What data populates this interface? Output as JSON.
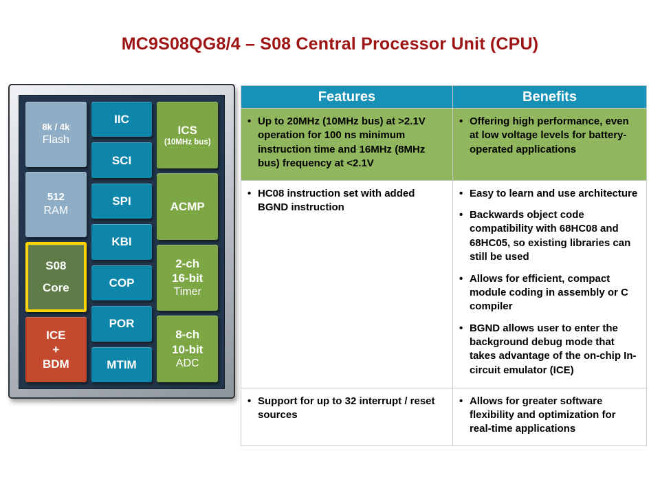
{
  "title": "MC9S08QG8/4 – S08 Central Processor Unit (CPU)",
  "colors": {
    "title_red": "#9E1313",
    "header_teal": "#1791B5",
    "block_teal": "#0E86AA",
    "block_blue": "#8FAEC6",
    "block_green": "#7CA744",
    "core_green": "#5E7B48",
    "core_outline": "#FFD400",
    "block_red": "#C2482E",
    "row_green": "#90B75E",
    "chip_bg": "#22354A"
  },
  "diagram": {
    "left_blocks": [
      {
        "name": "flash-block",
        "style": "blue",
        "lines": [
          {
            "t": "8k / 4k",
            "c": "sm"
          },
          {
            "t": "Flash",
            "c": "rg"
          }
        ]
      },
      {
        "name": "ram-block",
        "style": "blue",
        "lines": [
          {
            "t": "512",
            "c": "md"
          },
          {
            "t": "RAM",
            "c": "rg"
          }
        ]
      },
      {
        "name": "s08-core-block",
        "style": "core",
        "lines": [
          {
            "t": "S08",
            "c": "lg"
          },
          {
            "t": "Core",
            "c": "lg-sp"
          }
        ]
      },
      {
        "name": "ice-bdm-block",
        "style": "red",
        "lines": [
          {
            "t": "ICE",
            "c": "lg"
          },
          {
            "t": "+",
            "c": "lg"
          },
          {
            "t": "BDM",
            "c": "lg"
          }
        ]
      }
    ],
    "middle_blocks": [
      {
        "name": "iic-block",
        "style": "teal",
        "lines": [
          {
            "t": "IIC",
            "c": "lg"
          }
        ]
      },
      {
        "name": "sci-block",
        "style": "teal",
        "lines": [
          {
            "t": "SCI",
            "c": "lg"
          }
        ]
      },
      {
        "name": "spi-block",
        "style": "teal",
        "lines": [
          {
            "t": "SPI",
            "c": "lg"
          }
        ]
      },
      {
        "name": "kbi-block",
        "style": "teal",
        "lines": [
          {
            "t": "KBI",
            "c": "lg"
          }
        ]
      },
      {
        "name": "cop-block",
        "style": "teal",
        "lines": [
          {
            "t": "COP",
            "c": "lg"
          }
        ]
      },
      {
        "name": "por-block",
        "style": "teal",
        "lines": [
          {
            "t": "POR",
            "c": "lg"
          }
        ]
      },
      {
        "name": "mtim-block",
        "style": "teal",
        "lines": [
          {
            "t": "MTIM",
            "c": "lg"
          }
        ]
      }
    ],
    "right_blocks": [
      {
        "name": "ics-block",
        "style": "green",
        "lines": [
          {
            "t": "ICS",
            "c": "lg"
          },
          {
            "t": "(10MHz bus)",
            "c": "xs"
          }
        ]
      },
      {
        "name": "acmp-block",
        "style": "green",
        "lines": [
          {
            "t": "ACMP",
            "c": "lg"
          }
        ]
      },
      {
        "name": "timer-block",
        "style": "green",
        "lines": [
          {
            "t": "2-ch",
            "c": "lg"
          },
          {
            "t": "16-bit",
            "c": "lg"
          },
          {
            "t": "Timer",
            "c": "rg"
          }
        ]
      },
      {
        "name": "adc-block",
        "style": "green",
        "lines": [
          {
            "t": "8-ch",
            "c": "lg"
          },
          {
            "t": "10-bit",
            "c": "lg"
          },
          {
            "t": "ADC",
            "c": "rg"
          }
        ]
      }
    ]
  },
  "table": {
    "headers": [
      "Features",
      "Benefits"
    ],
    "rows": [
      {
        "highlight": true,
        "features": [
          "Up to 20MHz (10MHz bus) at >2.1V operation for 100 ns minimum instruction time and 16MHz (8MHz bus) frequency at <2.1V"
        ],
        "benefits": [
          "Offering high performance, even at low voltage levels for battery-operated applications"
        ]
      },
      {
        "highlight": false,
        "features": [
          "HC08 instruction set with added BGND instruction"
        ],
        "benefits": [
          "Easy to learn and use architecture",
          "Backwards object code compatibility with 68HC08 and 68HC05, so existing libraries can still be used",
          "Allows for efficient, compact module coding in assembly or C compiler",
          "BGND allows user to enter the background debug mode that takes advantage of the on-chip In-circuit emulator (ICE)"
        ]
      },
      {
        "highlight": false,
        "features": [
          "Support for up to 32 interrupt / reset sources"
        ],
        "benefits": [
          "Allows for greater software flexibility and optimization for real-time applications"
        ]
      }
    ]
  }
}
